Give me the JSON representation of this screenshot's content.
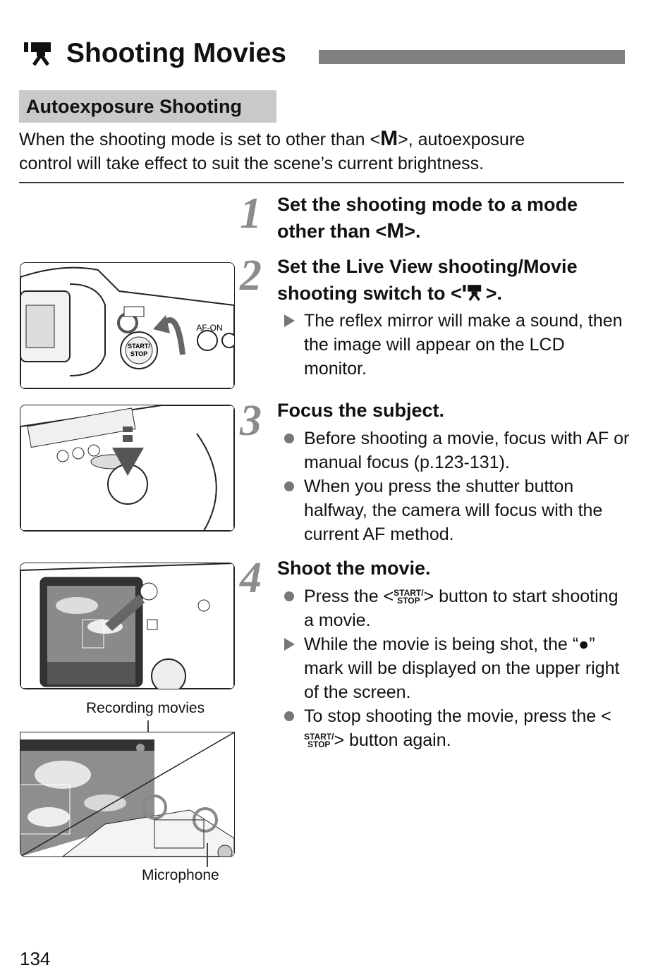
{
  "header": {
    "title": "Shooting Movies",
    "section": "Autoexposure Shooting",
    "intro_a": "When the shooting mode is set to other than <",
    "intro_m": "M",
    "intro_b": ">, autoexposure",
    "intro_c": "control will take effect to suit the scene’s current brightness."
  },
  "steps": [
    {
      "num": "1",
      "title_a": "Set the shooting mode to a mode",
      "title_b": "other than <",
      "title_m": "M",
      "title_c": ">."
    },
    {
      "num": "2",
      "title_a": "Set the Live View shooting/Movie",
      "title_b": "shooting switch to <",
      "title_c": ">.",
      "bullets": [
        {
          "type": "result",
          "text": "The reflex mirror will make a sound, then the image will appear on the LCD monitor."
        }
      ]
    },
    {
      "num": "3",
      "title_a": "Focus the subject.",
      "bullets": [
        {
          "type": "dot",
          "text": "Before shooting a movie, focus with AF or manual focus (p.123-131)."
        },
        {
          "type": "dot",
          "text": "When you press the shutter button halfway, the camera will focus with the current AF method."
        }
      ]
    },
    {
      "num": "4",
      "title_a": "Shoot the movie.",
      "b1_a": "Press the <",
      "b1_b": "> button to start shooting a movie.",
      "b2_a": "While the movie is being shot, the “",
      "b2_mark": "●",
      "b2_b": "” mark will be displayed on the upper right of the screen.",
      "b3_a": "To stop shooting the movie, press the <",
      "b3_b": "> button again."
    }
  ],
  "start_stop": {
    "line1": "START/",
    "line2": "STOP"
  },
  "illustrations": {
    "af_on": "AF-ON",
    "recording_caption": "Recording movies",
    "microphone_caption": "Microphone"
  },
  "page_number": "134"
}
